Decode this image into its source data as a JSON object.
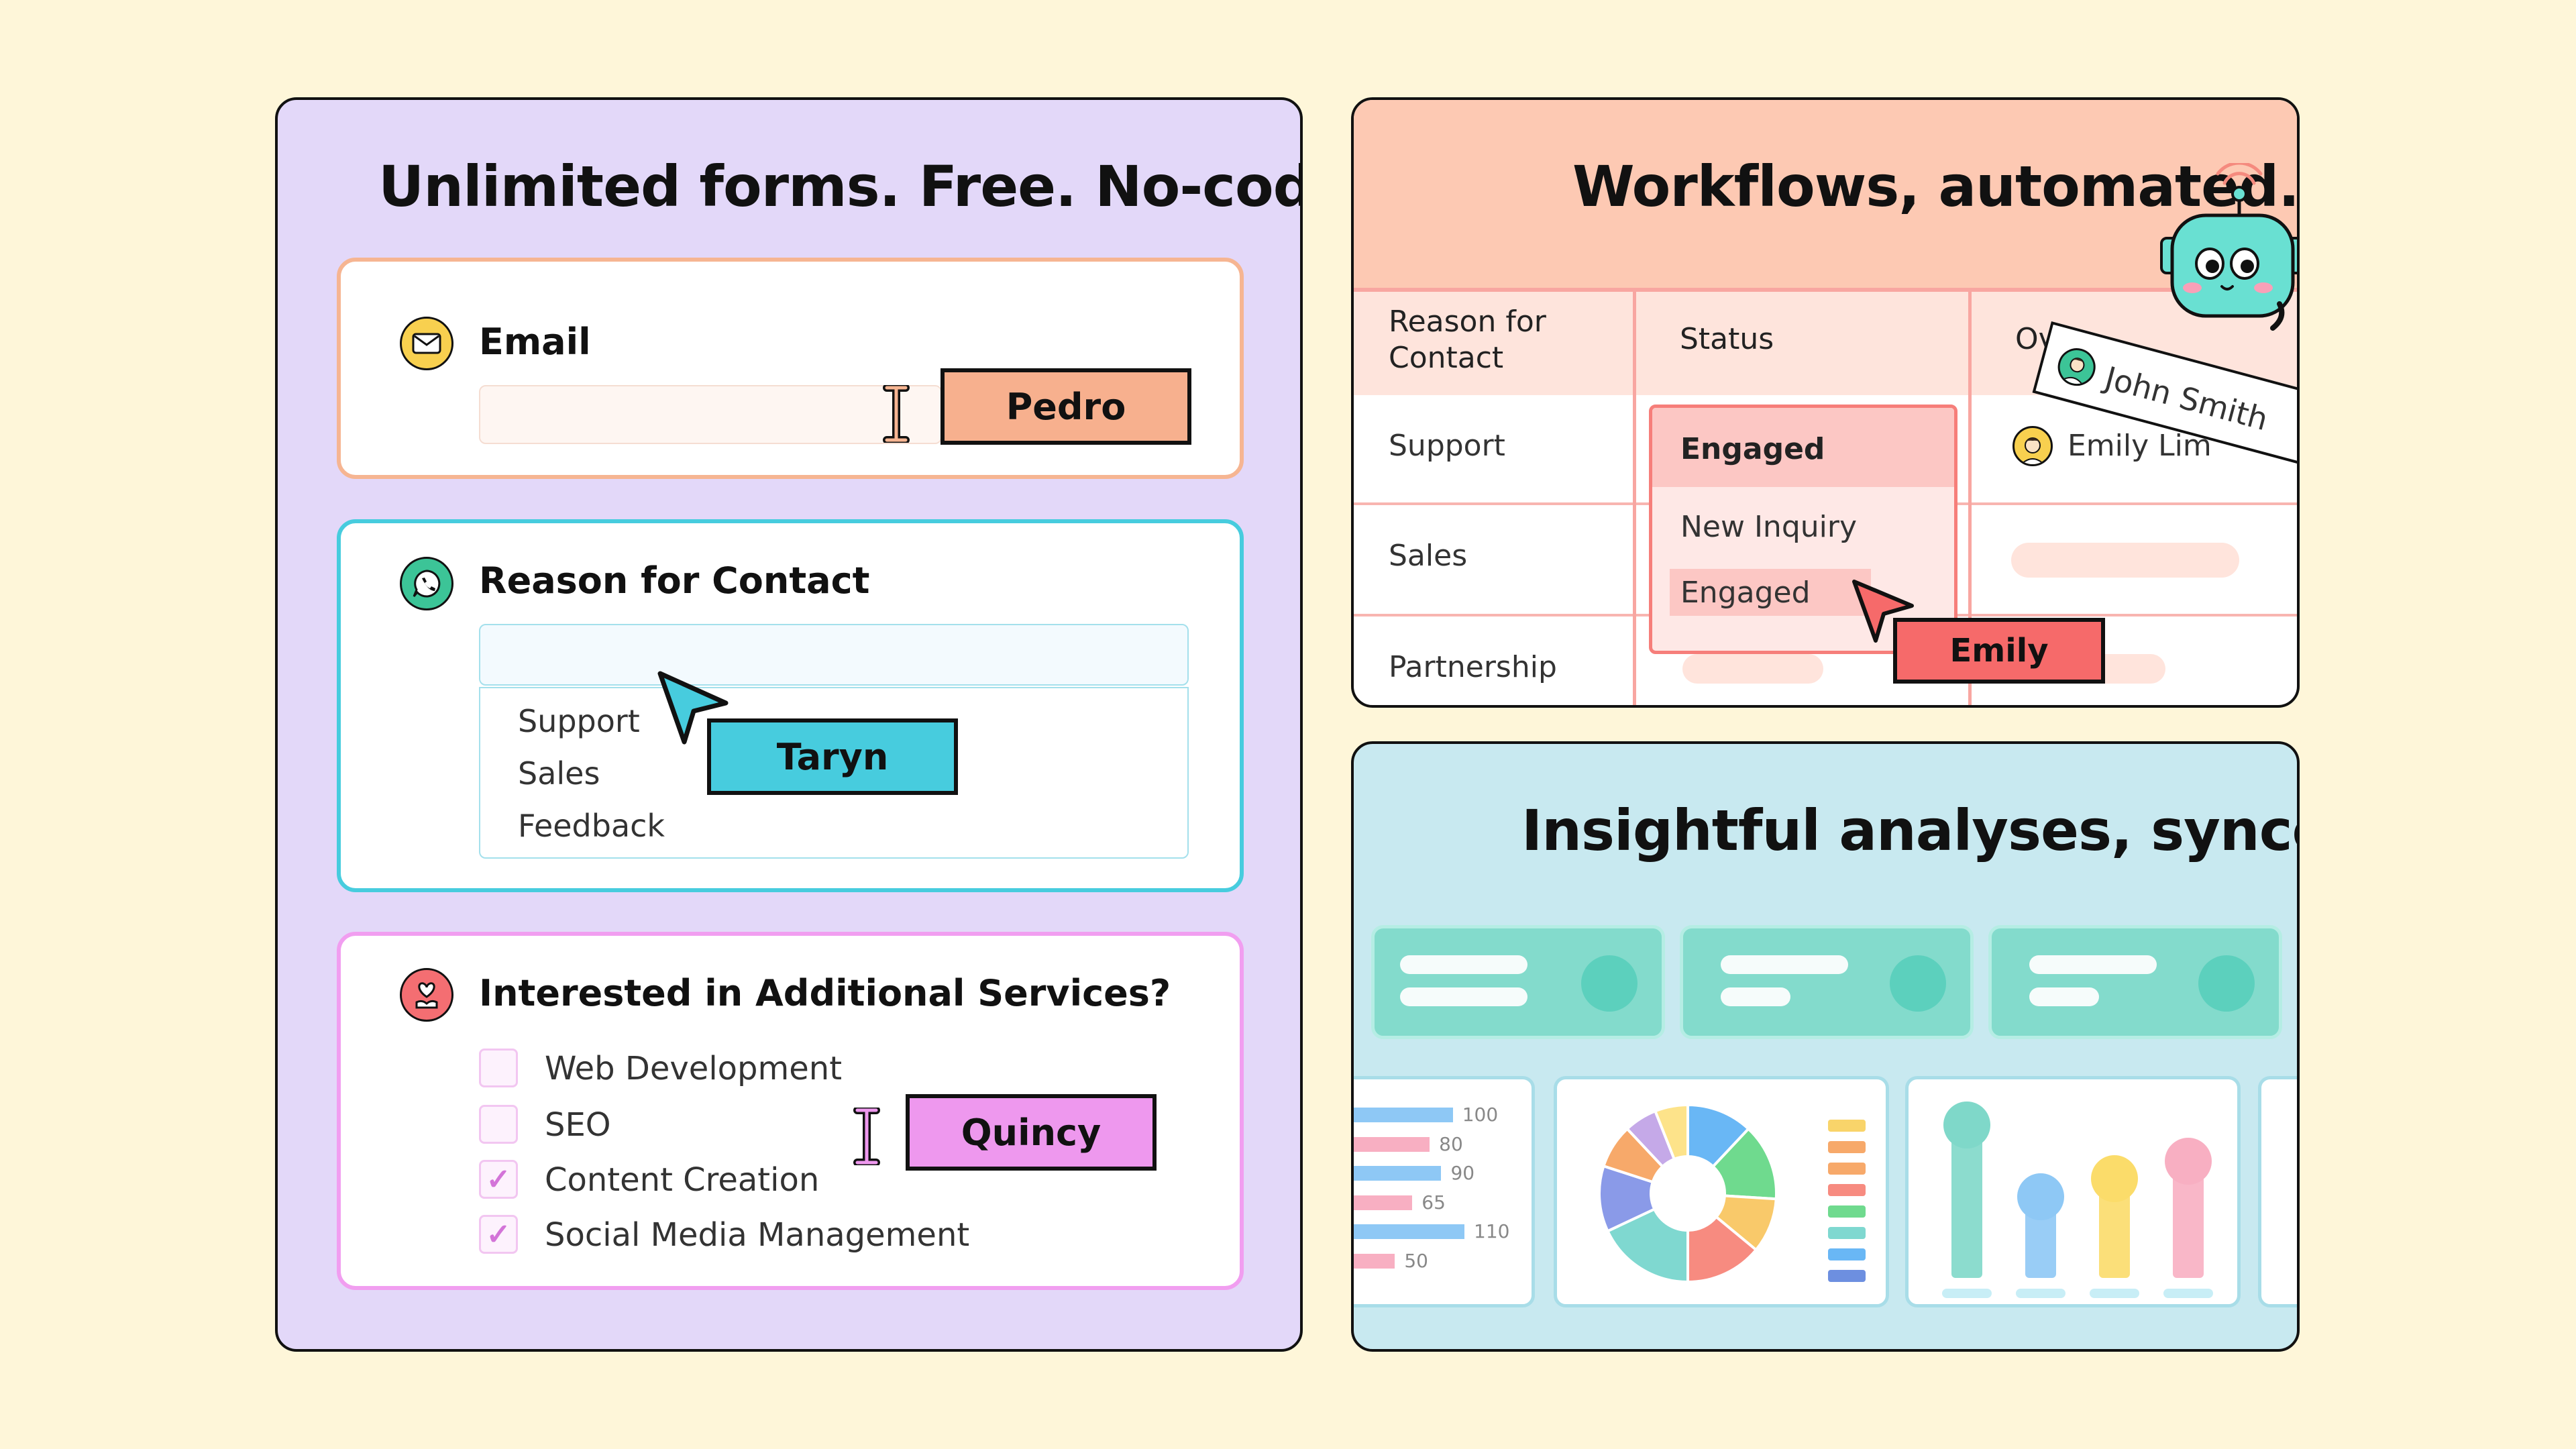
{
  "forms_panel": {
    "title": "Unlimited forms. Free. No-code.",
    "email": {
      "label": "Email",
      "icon": "envelope-icon",
      "input_value": "",
      "cursor_user": "Pedro"
    },
    "reason": {
      "label": "Reason for Contact",
      "icon": "phone-chat-icon",
      "input_value": "",
      "options": [
        "Support",
        "Sales",
        "Feedback"
      ],
      "cursor_user": "Taryn"
    },
    "services": {
      "label": "Interested in Additional Services?",
      "icon": "heart-hand-icon",
      "items": [
        {
          "label": "Web Development",
          "checked": false
        },
        {
          "label": "SEO",
          "checked": false
        },
        {
          "label": "Content Creation",
          "checked": true
        },
        {
          "label": "Social Media Management",
          "checked": true
        }
      ],
      "cursor_user": "Quincy"
    }
  },
  "workflows_panel": {
    "title": "Workflows, automated.",
    "columns": [
      "Reason for Contact",
      "Status",
      "Ov"
    ],
    "rows": [
      {
        "reason": "Support",
        "status": "Engaged",
        "owner": "Emily Lim"
      },
      {
        "reason": "Sales",
        "status": "",
        "owner": ""
      },
      {
        "reason": "Partnership",
        "status": "",
        "owner": ""
      }
    ],
    "status_dropdown": {
      "selected": "Engaged",
      "options": [
        "New Inquiry",
        "Engaged"
      ]
    },
    "cursor_user": "Emily",
    "assignee_card": "John Smith"
  },
  "analyses_panel": {
    "title": "Insightful analyses, synced.",
    "chart_data": [
      {
        "type": "bar",
        "orientation": "horizontal",
        "values": [
          100,
          80,
          90,
          65,
          110,
          50
        ],
        "colors": [
          "#8EC8F5",
          "#F8AFC2",
          "#8EC8F5",
          "#F8AFC2",
          "#8EC8F5",
          "#F8AFC2"
        ]
      },
      {
        "type": "pie",
        "values": [
          12,
          14,
          10,
          14,
          18,
          12,
          8,
          6,
          6
        ],
        "colors": [
          "#69B7F5",
          "#6FDA8E",
          "#F9C96A",
          "#F78B80",
          "#7FD8D0",
          "#8A9AE8",
          "#F7A96A",
          "#C5A9E8",
          "#FDE38A"
        ]
      },
      {
        "type": "bar",
        "orientation": "vertical",
        "values": [
          85,
          45,
          55,
          65
        ],
        "colors": [
          "#7FD8C9",
          "#8EC8F5",
          "#FBDC6A",
          "#F8AFC2"
        ]
      }
    ],
    "legend_colors": [
      "#F9D46A",
      "#F7A96A",
      "#F7A96A",
      "#F78B80",
      "#6FDA8E",
      "#7FD8D0",
      "#69B7F5",
      "#6D8FE0"
    ]
  }
}
